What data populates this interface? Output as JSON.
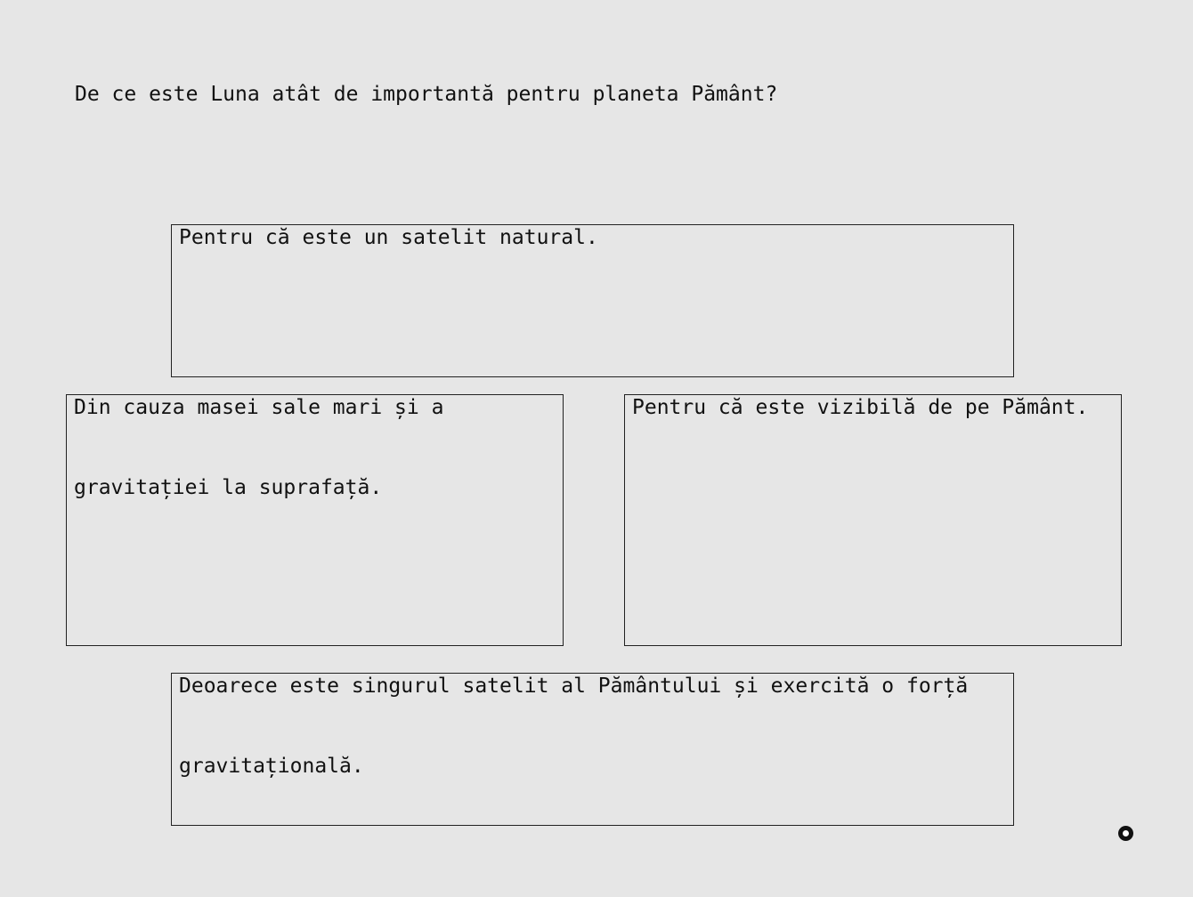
{
  "question": {
    "text": "De ce este Luna atât de importantă pentru planeta Pământ?"
  },
  "answers": [
    {
      "id": "a",
      "text": "Pentru că este un satelit natural."
    },
    {
      "id": "b",
      "text": "Din cauza masei sale mari și a gravitației la suprafață."
    },
    {
      "id": "c",
      "text": "Pentru că este vizibilă de pe Pământ."
    },
    {
      "id": "d",
      "text": "Deoarece este singurul satelit al Pământului și exercită o forță gravitațională."
    }
  ],
  "indicator": {
    "icon": "radio-circle-icon"
  }
}
